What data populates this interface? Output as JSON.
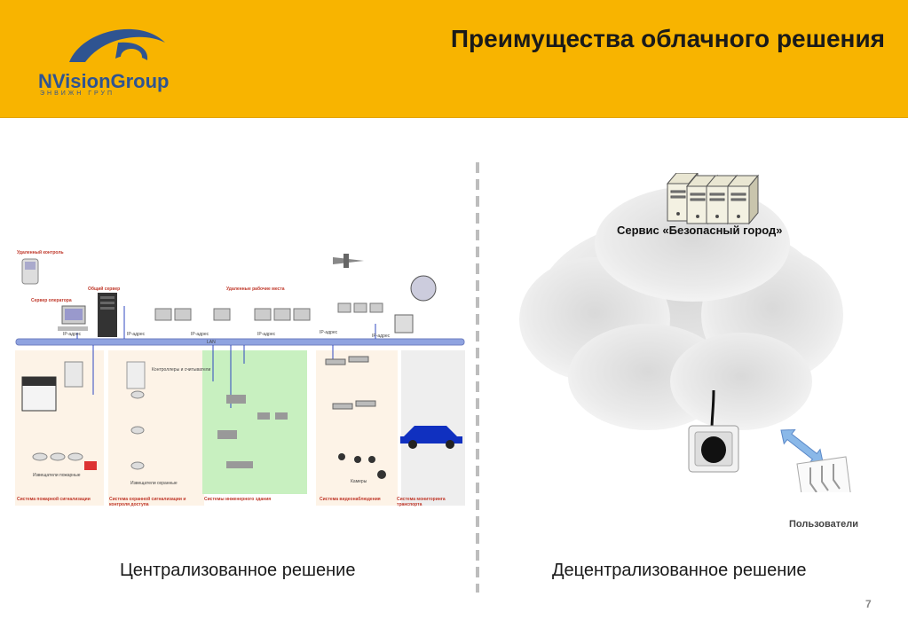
{
  "header": {
    "title": "Преимущества облачного решения",
    "logo_text": "NVisionGroup",
    "logo_subtext": "ЭНВИЖН ГРУП"
  },
  "left": {
    "caption": "Централизованное решение",
    "diagram": {
      "labels": {
        "remote_control": "Удаленный контроль",
        "operator_server": "Сервер оператора",
        "common_server": "Общий сервер",
        "remote_workplaces": "Удаленные рабочие места",
        "ip_address": "IP-адрес",
        "lan": "LAN",
        "controllers": "Контроллеры и считыватели",
        "fire_detectors": "Извещатели пожарные",
        "security_detectors": "Извещатели охранные",
        "cameras": "Камеры",
        "sys_fire": "Система пожарной сигнализации",
        "sys_security": "Система охранной сигнализации и контроля доступа",
        "sys_engineering": "Системы инженерного здания",
        "sys_video": "Система видеонаблюдения",
        "sys_transport": "Система мониторинга транспорта"
      }
    }
  },
  "right": {
    "caption": "Децентрализованное решение",
    "service_label": "Сервис «Безопасный город»",
    "users_label": "Пользователи"
  },
  "page_number": "7",
  "colors": {
    "header_bg": "#f8b400",
    "logo_blue": "#2f5491",
    "lan_bar": "#8fa3e0",
    "engineering_panel": "#c8f0c0",
    "label_red": "#c0392b"
  }
}
